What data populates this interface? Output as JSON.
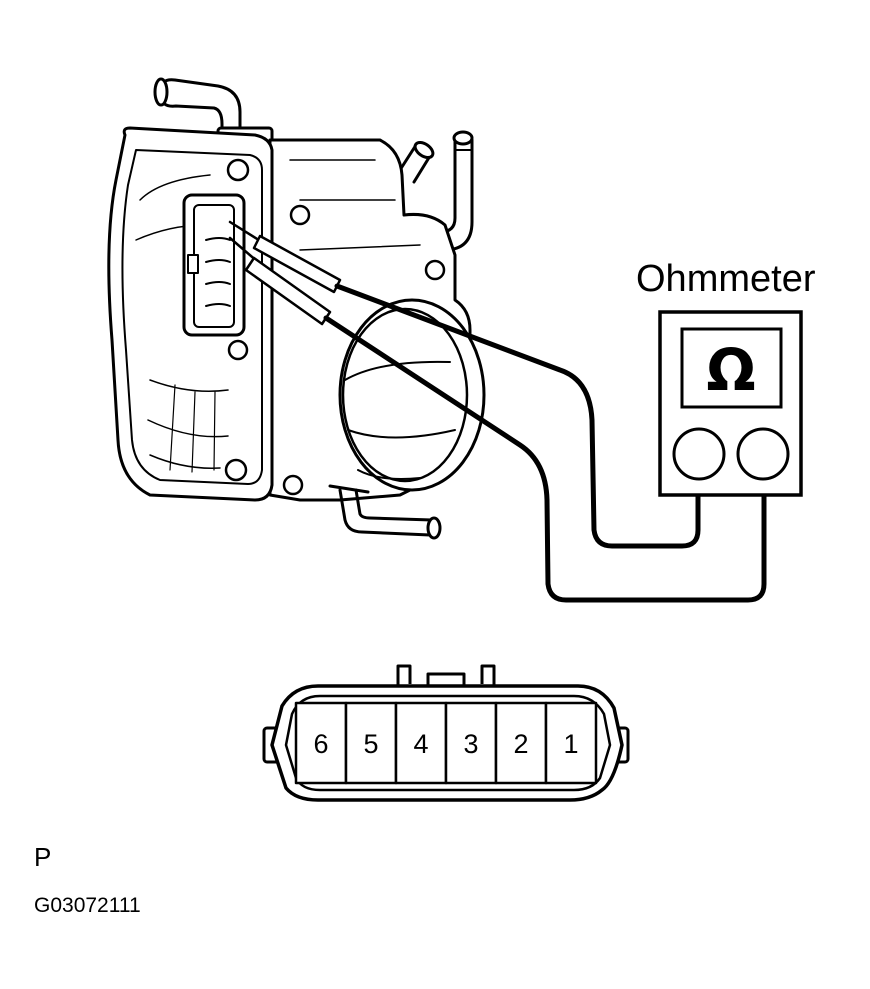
{
  "labels": {
    "meter_title": "Ohmmeter",
    "meter_symbol": "Ω",
    "view_letter": "P",
    "figure_code": "G03072111"
  },
  "connector": {
    "pins": [
      "6",
      "5",
      "4",
      "3",
      "2",
      "1"
    ]
  },
  "icons": {
    "meter": "ohmmeter-icon",
    "component": "throttle-body-icon",
    "connector": "connector-icon"
  }
}
